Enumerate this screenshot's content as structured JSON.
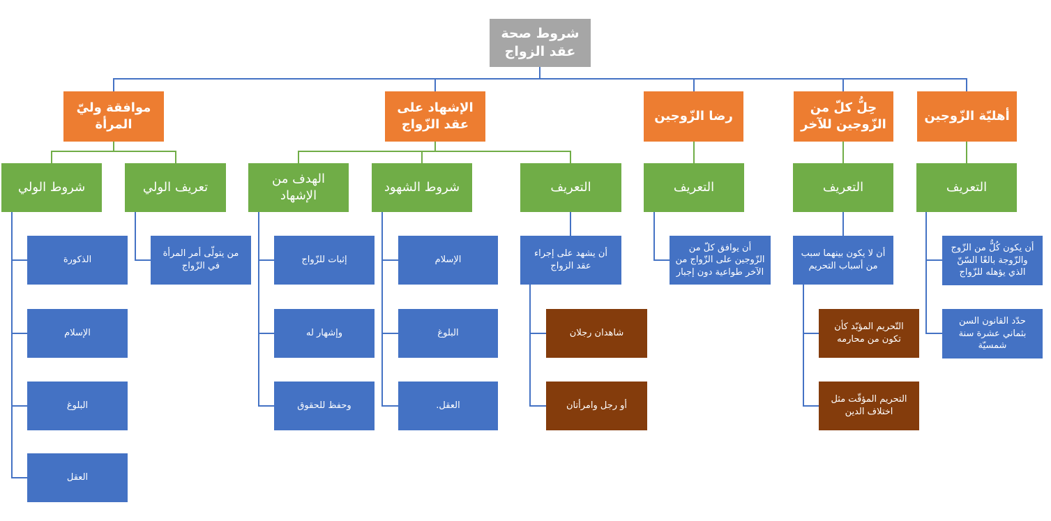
{
  "root": "شروط صحة\nعقد الزواج",
  "sections": {
    "ahliya": {
      "title": "أهليّة الزّوجين",
      "sub": "التعريف",
      "items": [
        "أن يكون كُلٌّ من الزّوج والزّوجة بالغًا السّنّ الذي يؤهله للزّواج",
        "حدّد القانون السن بثماني عشرة سنة شمسيّة"
      ]
    },
    "hill": {
      "title": "حِلُّ كلّ من\nالزّوجين للآخر",
      "sub": "التعريف",
      "items": [
        "أن لا يكون بينهما سبب من أسباب التحريم"
      ],
      "subitems": [
        "التّحريم المؤبّد كأن تكون من محارمه",
        "التحريم المؤقّت مثل اختلاف الدين"
      ]
    },
    "rida": {
      "title": "رضا الزّوجين",
      "sub": "التعريف",
      "items": [
        "أن يوافق كلّ من الزّوجين على الزّواج من الآخر طواعية دون إجبار"
      ]
    },
    "ishhad": {
      "title": "الإشهاد على\nعقد الزّواج",
      "tarif": "التعريف",
      "tarif_item": "أن يشهد على إجراء عقد الزواج",
      "tarif_subitems": [
        "شاهدان رجلان",
        "أو رجل وامرأتان"
      ],
      "shuhud": "شروط الشهود",
      "shuhud_items": [
        "الإسلام",
        "البلوغ",
        "العقل."
      ],
      "hadaf": "الهدف من\nالإشهاد",
      "hadaf_items": [
        "إثبات للزّواج",
        "وإشهار له",
        "وحفظ للحقوق"
      ]
    },
    "wali": {
      "title": "موافقة وليّ\nالمرأة",
      "tarif": "تعريف الولي",
      "tarif_item": "من يتولّى أمر المرأة في الزّواج",
      "shurut": "شروط الولي",
      "shurut_items": [
        "الذكورة",
        "الإسلام",
        "البلوغ",
        "العقل"
      ]
    }
  },
  "colors": {
    "root": "#a6a6a6",
    "level1": "#ed7d31",
    "level2": "#70ad47",
    "level3": "#4472c4",
    "level4": "#843c0c",
    "line": "#70ad47"
  }
}
